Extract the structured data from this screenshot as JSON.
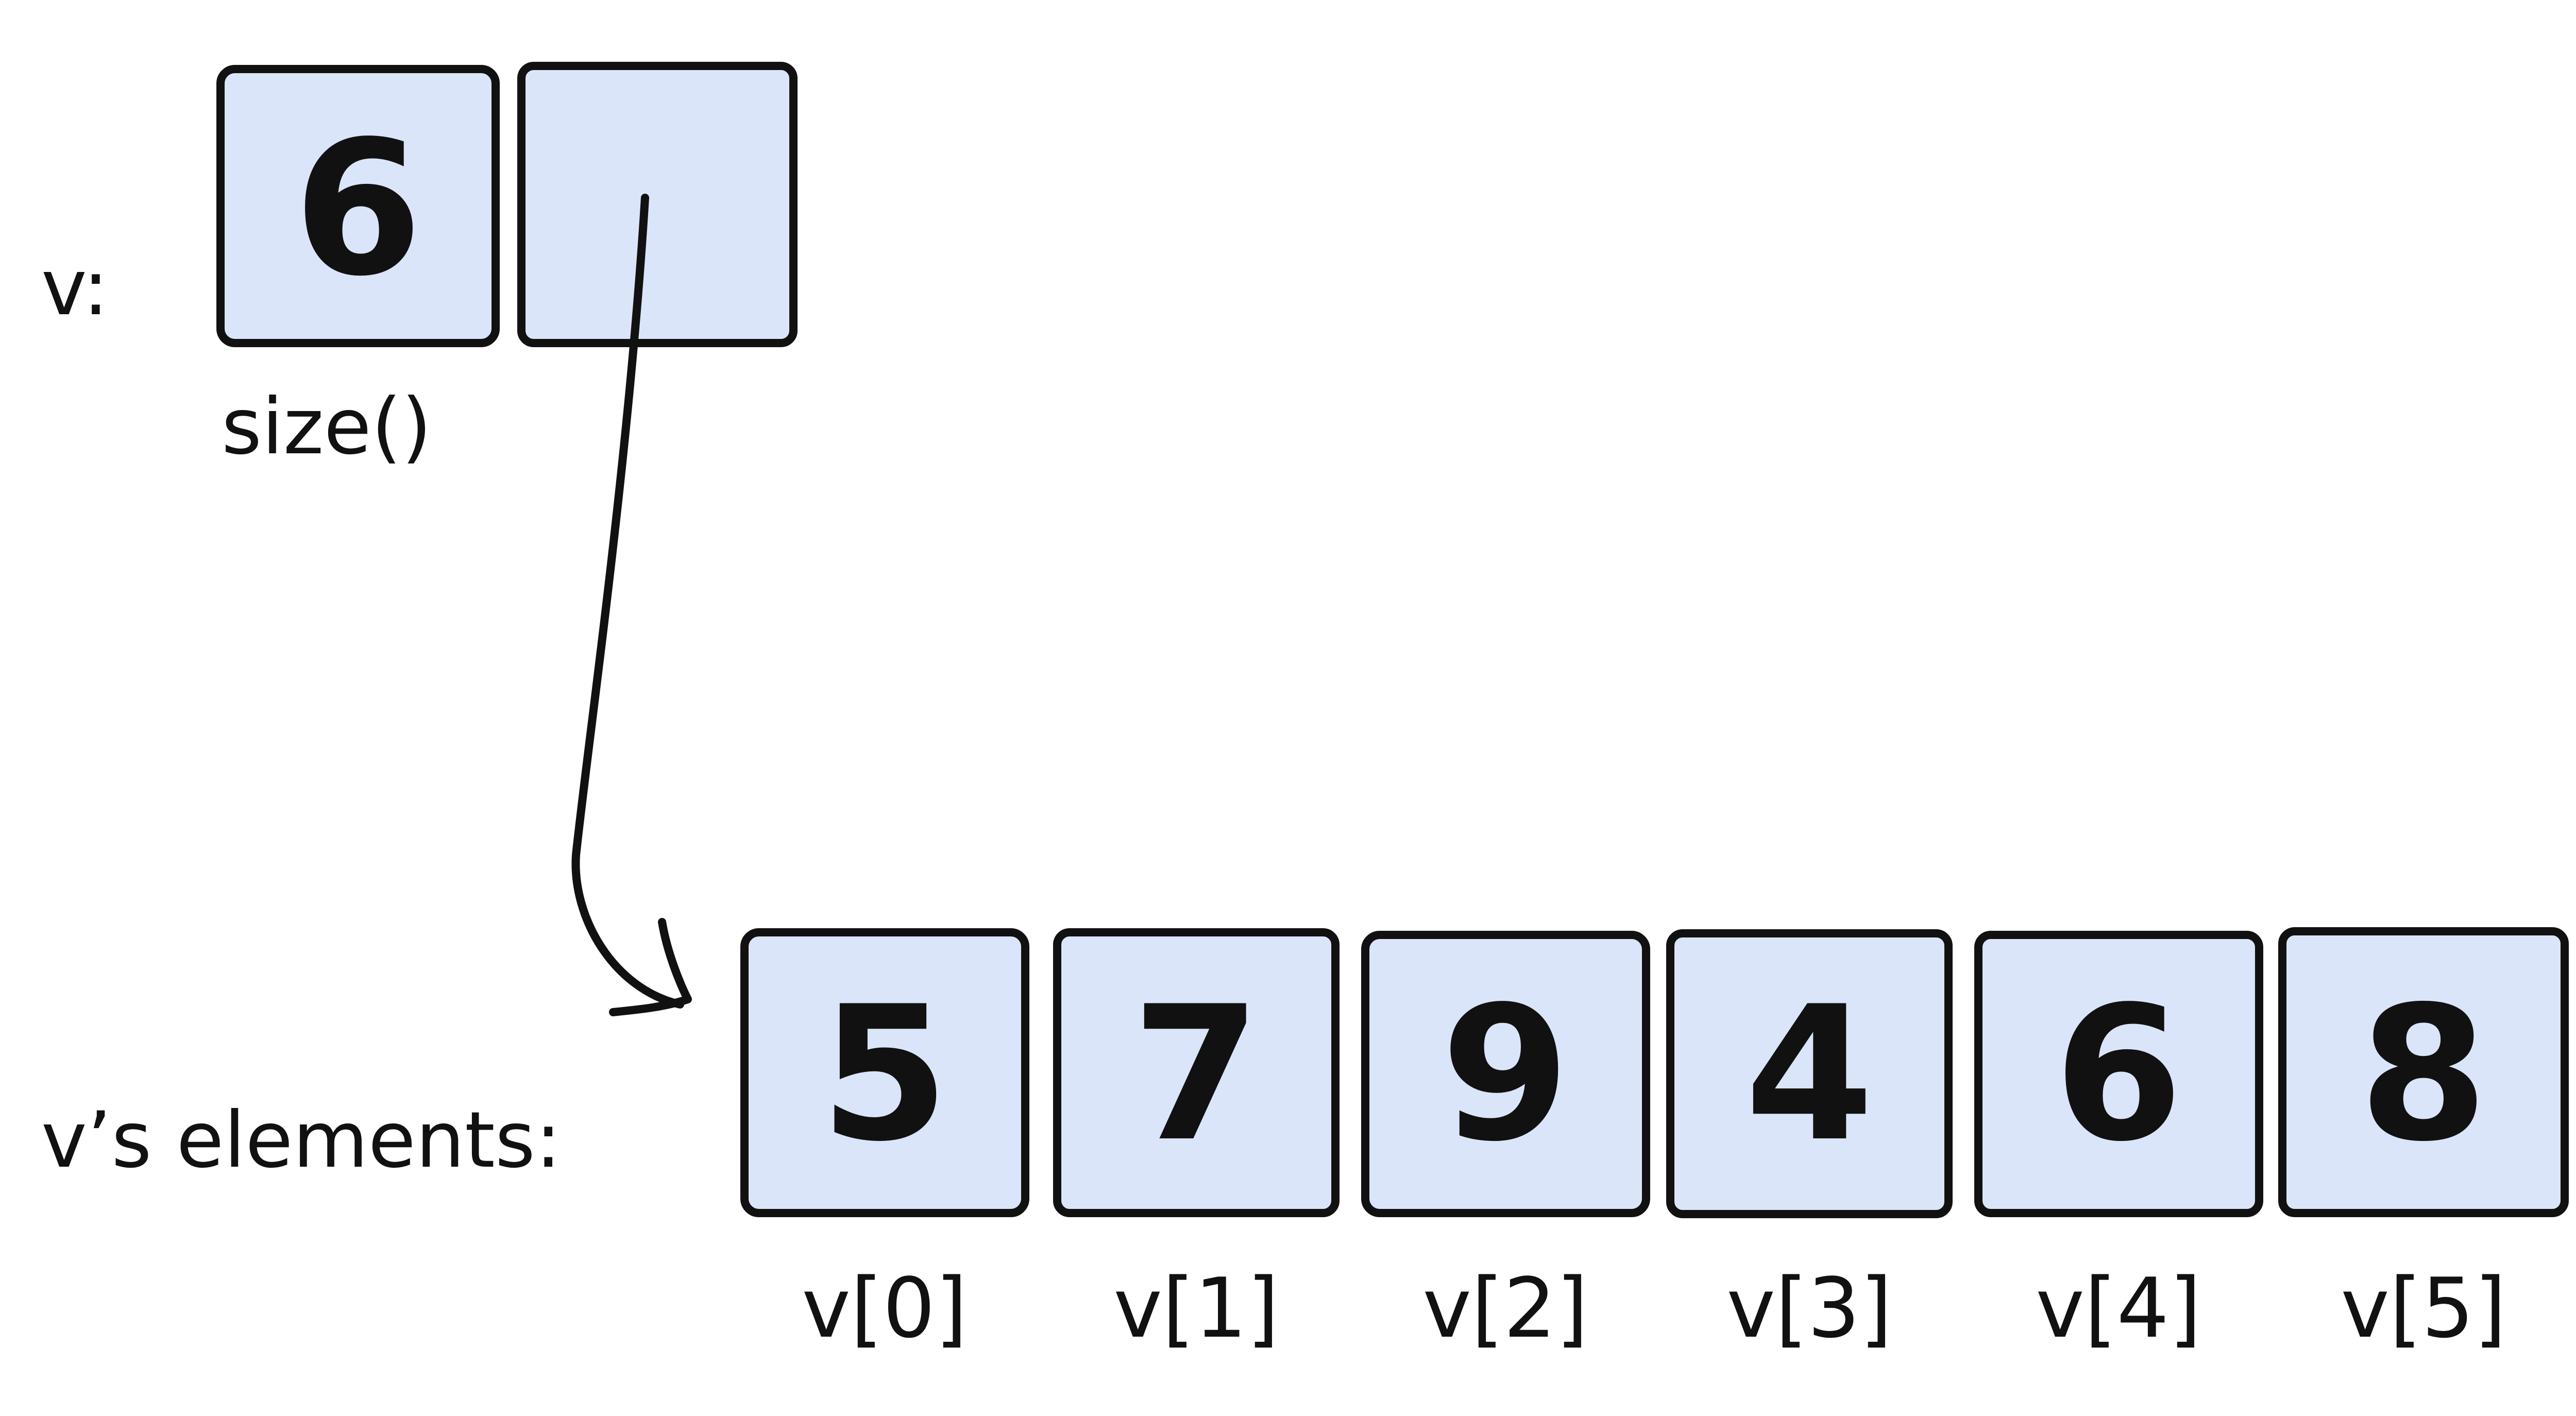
{
  "variable_label": "v:",
  "size_value": "6",
  "size_caption": "size()",
  "elements_label": "v’s elements:",
  "elements": [
    {
      "value": "5",
      "index_label": "v[0]"
    },
    {
      "value": "7",
      "index_label": "v[1]"
    },
    {
      "value": "9",
      "index_label": "v[2]"
    },
    {
      "value": "4",
      "index_label": "v[3]"
    },
    {
      "value": "6",
      "index_label": "v[4]"
    },
    {
      "value": "8",
      "index_label": "v[5]"
    }
  ],
  "colors": {
    "box_fill": "#dbe5fa",
    "stroke": "#111111"
  }
}
